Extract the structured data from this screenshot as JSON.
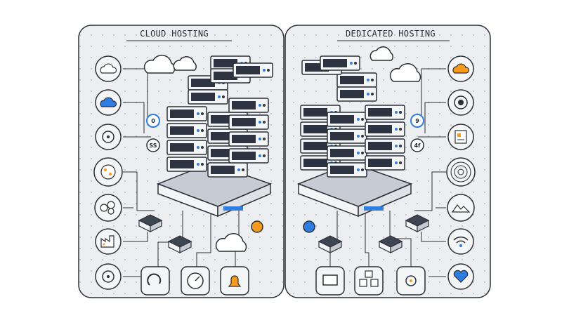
{
  "panels": {
    "left": {
      "title": "CLOUD HOSTING",
      "side_icons": [
        "cloud-icon",
        "cloud-sync-icon",
        "disk-icon",
        "cookie-icon",
        "cloud-cluster-icon",
        "factory-icon",
        "cd-icon"
      ],
      "bottom_icons": [
        "refresh-icon",
        "gauge-icon",
        "bell-icon"
      ],
      "badges": [
        "0",
        "SS"
      ],
      "accent_badge": "orange-dot"
    },
    "right": {
      "title": "DEDICATED HOSTING",
      "side_icons": [
        "cloud-sun-icon",
        "target-icon",
        "document-icon",
        "radar-icon",
        "landscape-icon",
        "wifi-icon",
        "heart-shield-icon"
      ],
      "bottom_icons": [
        "monitor-icon",
        "network-icon",
        "star-gear-icon"
      ],
      "badges": [
        "9",
        "4f"
      ],
      "accent_badge": "blue-dot"
    }
  },
  "colors": {
    "panel_bg": "#eceef2",
    "line": "#2b2f36",
    "server_dark": "#2d3340",
    "server_light": "#f4f5f7",
    "accent_blue": "#2f7de1",
    "accent_orange": "#f59a1b"
  }
}
